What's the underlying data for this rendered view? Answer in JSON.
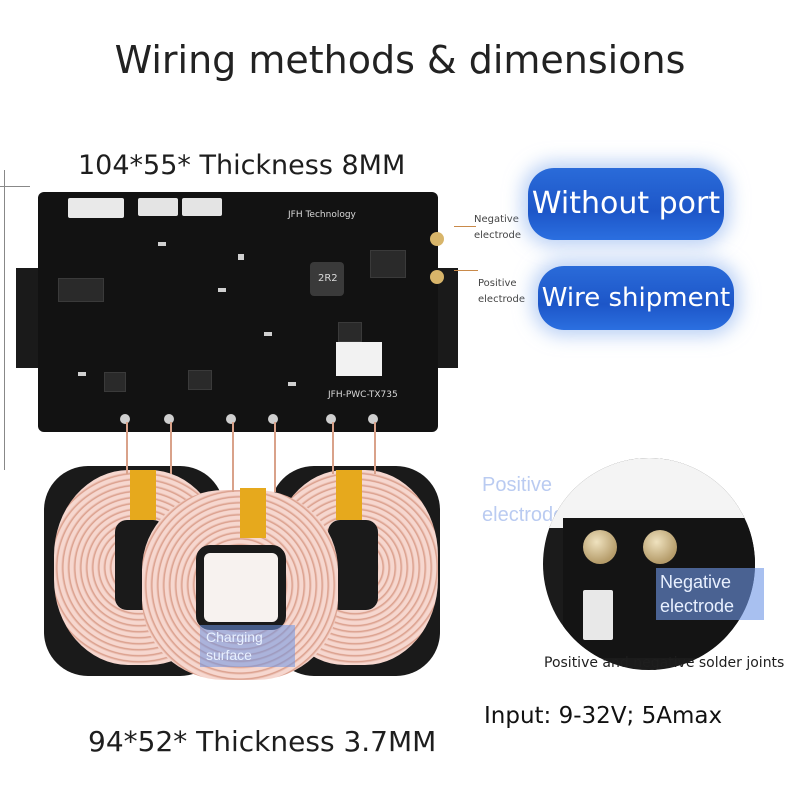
{
  "title": "Wiring methods & dimensions",
  "dimensions": {
    "board": "104*55* Thickness 8MM",
    "coil": "94*52* Thickness 3.7MM"
  },
  "port_options": {
    "without_port": "Without port",
    "wire_shipment": "Wire shipment"
  },
  "side_labels": {
    "negative": "Negative electrode",
    "positive": "Positive electrode"
  },
  "pcb_text": {
    "brand": "JFH Technology",
    "model": "JFH-PWC-TX735",
    "inductor": "2R2"
  },
  "coil": {
    "charging_surface": "Charging surface"
  },
  "detail": {
    "positive_electrode": "Positive electrode",
    "negative_electrode": "Negative electrode",
    "solder_caption": "Positive and negative solder joints",
    "input_spec": "Input: 9-32V; 5Amax"
  },
  "colors": {
    "pill_blue": "#1d56c8",
    "pcb_black": "#121212",
    "coil_copper": "#f6d7cf",
    "tape_yellow": "#e6a91d"
  }
}
